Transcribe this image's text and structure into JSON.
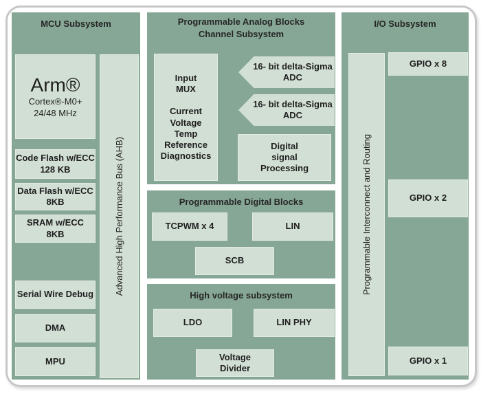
{
  "colors": {
    "panel_green": "#86a795",
    "block_fill": "#d2dfd4",
    "card_border": "#c7c7c7",
    "text": "#1f1f1f"
  },
  "mcu": {
    "title": "MCU Subsystem",
    "arm": {
      "name": "Arm®",
      "core": "Cortex®-M0+",
      "clock": "24/48 MHz"
    },
    "blocks": [
      {
        "label": "Code Flash w/ECC\n128 KB"
      },
      {
        "label": "Data Flash w/ECC\n8KB"
      },
      {
        "label": "SRAM w/ECC\n8KB"
      },
      {
        "label": "Serial Wire Debug"
      },
      {
        "label": "DMA"
      },
      {
        "label": "MPU"
      }
    ],
    "bus_label": "Advanced High Performance Bus (AHB)"
  },
  "analog": {
    "title": "Programmable Analog Blocks\nChannel Subsystem",
    "input_mux_label": "Input\nMUX\n\nCurrent Voltage\nTemp\nReference\nDiagnostics",
    "adc1_label": "16- bit delta-Sigma\nADC",
    "adc2_label": "16- bit delta-Sigma\nADC",
    "dsp_label": "Digital\nsignal\nProcessing"
  },
  "digital": {
    "title": "Programmable Digital Blocks",
    "blocks": [
      {
        "label": "TCPWM x 4"
      },
      {
        "label": "LIN"
      },
      {
        "label": "SCB"
      }
    ]
  },
  "high_voltage": {
    "title": "High voltage subsystem",
    "blocks": [
      {
        "label": "LDO"
      },
      {
        "label": "LIN PHY"
      },
      {
        "label": "Voltage\nDivider"
      }
    ]
  },
  "io": {
    "title": "I/O Subsystem",
    "routing_label": "Programmable Interconnect and Routing",
    "gpio": [
      {
        "label": "GPIO x 8"
      },
      {
        "label": "GPIO x 2"
      },
      {
        "label": "GPIO x 1"
      }
    ]
  }
}
